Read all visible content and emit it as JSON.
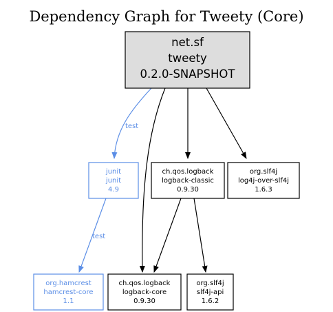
{
  "title": "Dependency Graph for Tweety (Core)",
  "colors": {
    "root_fill": "#dddddd",
    "node_border": "#000000",
    "test_color": "#5b8ee6",
    "background": "#ffffff"
  },
  "nodes": {
    "root": {
      "line1": "net.sf",
      "line2": "tweety",
      "line3": "0.2.0-SNAPSHOT"
    },
    "junit": {
      "line1": "junit",
      "line2": "junit",
      "line3": "4.9",
      "scope": "test"
    },
    "logback_classic": {
      "line1": "ch.qos.logback",
      "line2": "logback-classic",
      "line3": "0.9.30"
    },
    "log4j_over_slf4j": {
      "line1": "org.slf4j",
      "line2": "log4j-over-slf4j",
      "line3": "1.6.3"
    },
    "hamcrest": {
      "line1": "org.hamcrest",
      "line2": "hamcrest-core",
      "line3": "1.1",
      "scope": "test"
    },
    "logback_core": {
      "line1": "ch.qos.logback",
      "line2": "logback-core",
      "line3": "0.9.30"
    },
    "slf4j_api": {
      "line1": "org.slf4j",
      "line2": "slf4j-api",
      "line3": "1.6.2"
    }
  },
  "edges": [
    {
      "from": "net.sf:tweety",
      "to": "junit:junit",
      "label": "test"
    },
    {
      "from": "net.sf:tweety",
      "to": "ch.qos.logback:logback-classic",
      "label": ""
    },
    {
      "from": "net.sf:tweety",
      "to": "org.slf4j:log4j-over-slf4j",
      "label": ""
    },
    {
      "from": "net.sf:tweety",
      "to": "ch.qos.logback:logback-core",
      "label": ""
    },
    {
      "from": "junit:junit",
      "to": "org.hamcrest:hamcrest-core",
      "label": "test"
    },
    {
      "from": "ch.qos.logback:logback-classic",
      "to": "ch.qos.logback:logback-core",
      "label": ""
    },
    {
      "from": "ch.qos.logback:logback-classic",
      "to": "org.slf4j:slf4j-api",
      "label": ""
    }
  ]
}
